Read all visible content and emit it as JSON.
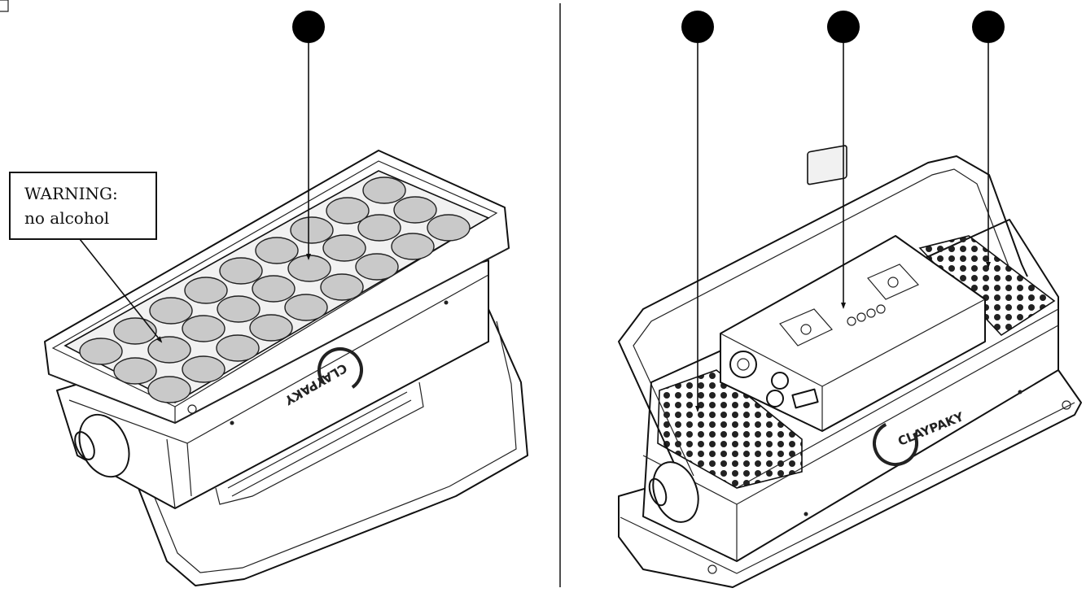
{
  "warning_label": {
    "line1": "WARNING:",
    "line2": "no alcohol"
  },
  "logo_text": "CLAYPAKY",
  "callouts": {
    "left_count": 1,
    "right_count": 3
  }
}
